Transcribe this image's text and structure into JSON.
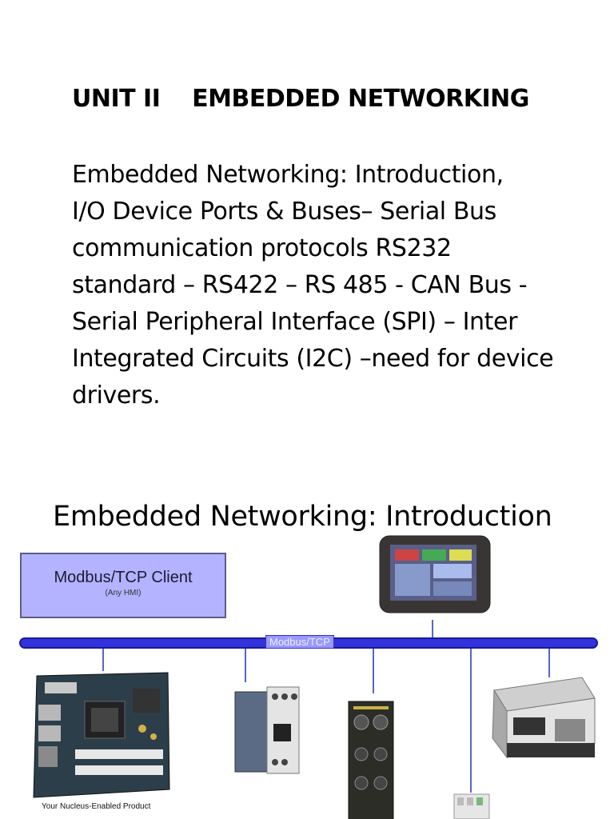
{
  "slide": {
    "unit_title": "UNIT II    EMBEDDED NETWORKING",
    "body_lines": [
      "Embedded Networking: Introduction,",
      "I/O Device Ports & Buses– Serial Bus",
      "communication protocols RS232",
      "standard – RS422 – RS 485 - CAN Bus -",
      "Serial Peripheral Interface (SPI) – Inter",
      "Integrated Circuits (I2C) –need for device",
      "drivers."
    ],
    "section_title": "Embedded Networking: Introduction"
  },
  "diagram": {
    "client_title": "Modbus/TCP Client",
    "client_subtitle": "(Any HMI)",
    "bus_label": "Modbus/TCP",
    "board_caption": "Your Nucleus-Enabled Product",
    "colors": {
      "bus": "#3333dd",
      "client_box": "#b3b3ff",
      "drop_lines": "#5566cc"
    }
  }
}
